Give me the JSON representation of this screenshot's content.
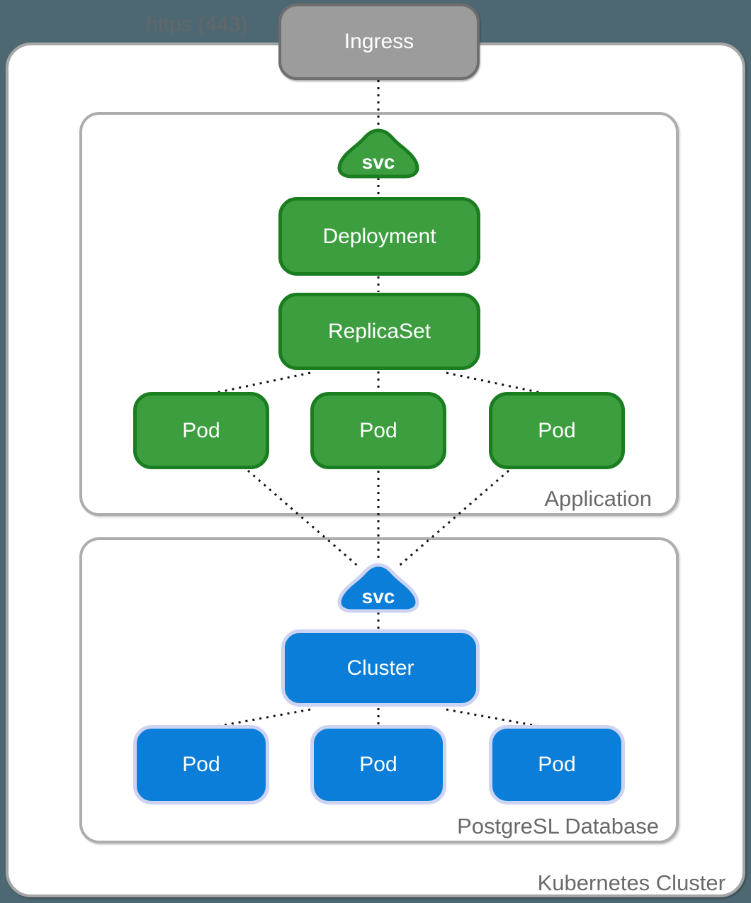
{
  "page": {
    "https_label": "https (443)",
    "cluster_label": "Kubernetes Cluster"
  },
  "ingress": {
    "label": "Ingress"
  },
  "application": {
    "label": "Application",
    "svc": "svc",
    "deployment": "Deployment",
    "replicaset": "ReplicaSet",
    "pods": [
      "Pod",
      "Pod",
      "Pod"
    ]
  },
  "database": {
    "label": "PostgreSL Database",
    "svc": "svc",
    "cluster": "Cluster",
    "pods": [
      "Pod",
      "Pod",
      "Pod"
    ]
  },
  "colors": {
    "background": "#4d6872",
    "green_fill": "#3d9e40",
    "green_border": "#1a7e20",
    "blue_fill": "#0a7ed8",
    "blue_border": "#cdd3f3",
    "gray_fill": "#9c9c9c",
    "gray_border": "#6e6e6e",
    "box_border": "#a6a6a6",
    "label_text": "#6a6a6a",
    "connector": "#111111"
  }
}
